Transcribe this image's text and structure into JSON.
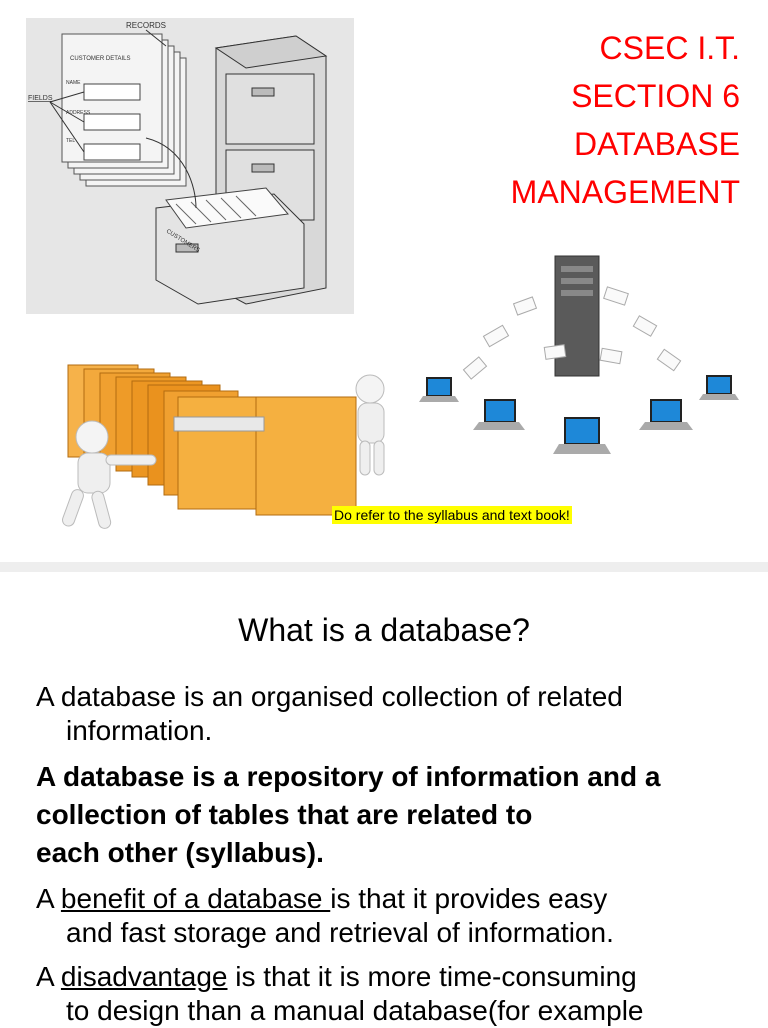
{
  "slide1": {
    "title_lines": [
      "CSEC I.T.",
      "SECTION 6",
      "DATABASE",
      "MANAGEMENT"
    ],
    "note": "Do refer to the syllabus and text book!",
    "cabinet_labels": {
      "records": "RECORDS",
      "fields": "FIELDS",
      "customer_details": "CUSTOMER DETAILS",
      "name": "NAME",
      "address": "ADDRESS",
      "tel": "TEL",
      "customers": "CUSTOMERS"
    }
  },
  "slide2": {
    "title": "What is a database?",
    "p1_line1": "A database is an organised collection of related",
    "p1_line2": "information.",
    "p2_line1": "A database is a repository of information and a",
    "p2_line2": "collection of tables that are related to",
    "p2_line3": "each other (syllabus).",
    "p3_prefix": "A ",
    "p3_underline": "benefit of a database ",
    "p3_rest": "is that it provides easy",
    "p3_line2": "and fast storage and retrieval of information.",
    "p4_prefix": "A ",
    "p4_underline": "disadvantage",
    "p4_rest": " is that it is more time-consuming",
    "p4_line2": "to design than a manual database(for example"
  },
  "colors": {
    "title_red": "#ff0000",
    "note_highlight": "#ffff00",
    "folder_orange": "#f0a030",
    "screen_blue": "#1e88d8"
  }
}
